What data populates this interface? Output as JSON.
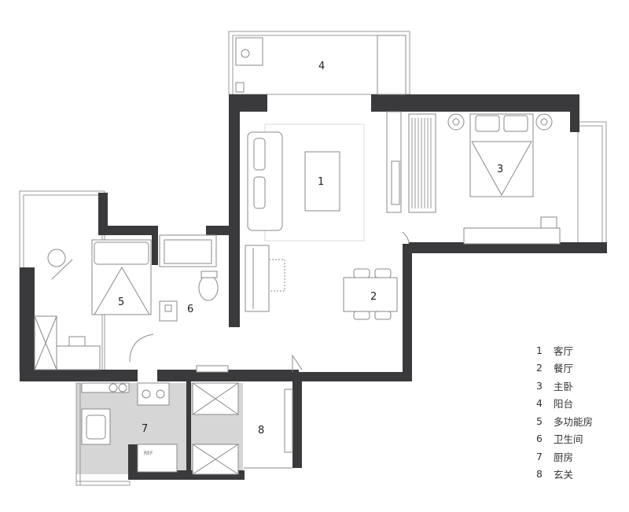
{
  "rooms": [
    {
      "num": "1",
      "name": "客厅"
    },
    {
      "num": "2",
      "name": "餐厅"
    },
    {
      "num": "3",
      "name": "主卧"
    },
    {
      "num": "4",
      "name": "阳台"
    },
    {
      "num": "5",
      "name": "多功能房"
    },
    {
      "num": "6",
      "name": "卫生间"
    },
    {
      "num": "7",
      "name": "厨房"
    },
    {
      "num": "8",
      "name": "玄关"
    }
  ],
  "appliance_label": "REF",
  "colors": {
    "wall": "#3a3a3d",
    "kitchen_floor": "#d6d6d6",
    "line": "#8a8a8a"
  }
}
